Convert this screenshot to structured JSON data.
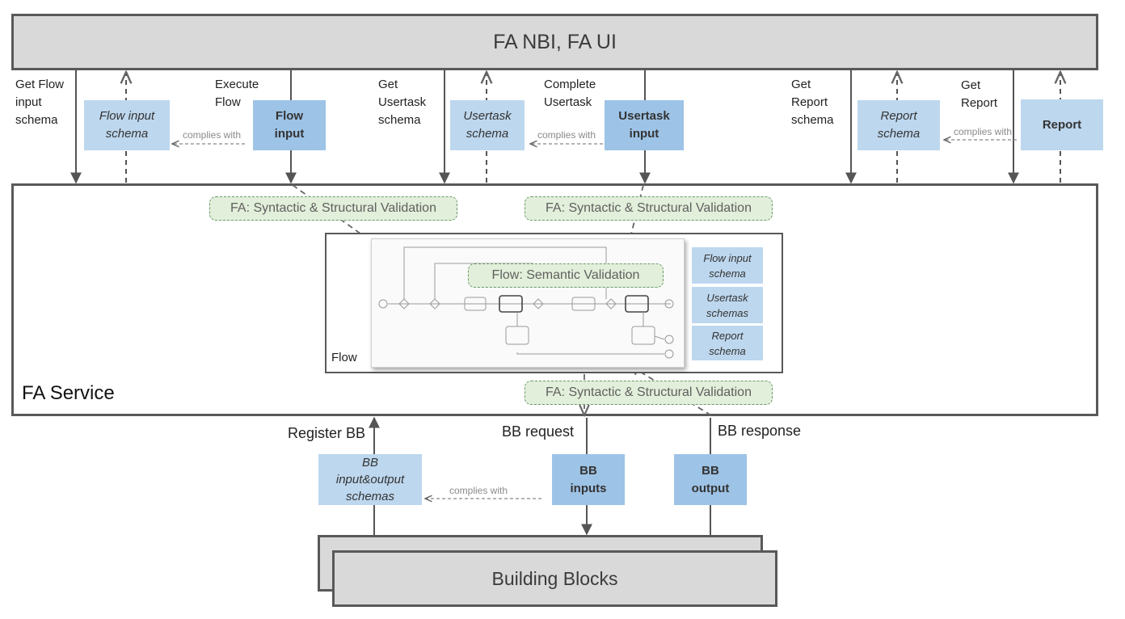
{
  "top_bar": {
    "title": "FA NBI, FA UI"
  },
  "service": {
    "title": "FA Service"
  },
  "building_blocks": {
    "title": "Building Blocks"
  },
  "flow_panel": {
    "label": "Flow"
  },
  "api_labels": {
    "get_flow_input_schema": "Get Flow\ninput\nschema",
    "execute_flow": "Execute\nFlow",
    "get_usertask_schema": "Get\nUsertask\nschema",
    "complete_usertask": "Complete\nUsertask",
    "get_report_schema": "Get\nReport\nschema",
    "get_report": "Get\nReport"
  },
  "boxes": {
    "flow_input_schema": "Flow input\nschema",
    "flow_input": "Flow\ninput",
    "usertask_schema": "Usertask\nschema",
    "usertask_input": "Usertask\ninput",
    "report_schema": "Report\nschema",
    "report": "Report",
    "bb_schemas": "BB\ninput&output\nschemas",
    "bb_inputs": "BB\ninputs",
    "bb_output": "BB\noutput"
  },
  "complies_with": "complies with",
  "validation": {
    "syntactic": "FA: Syntactic & Structural  Validation",
    "semantic": "Flow: Semantic Validation"
  },
  "flow_side": {
    "flow_input_schema": "Flow input\nschema",
    "usertask_schemas": "Usertask\nschemas",
    "report_schema": "Report\nschema"
  },
  "bb_labels": {
    "register": "Register BB",
    "request": "BB request",
    "response": "BB response"
  }
}
